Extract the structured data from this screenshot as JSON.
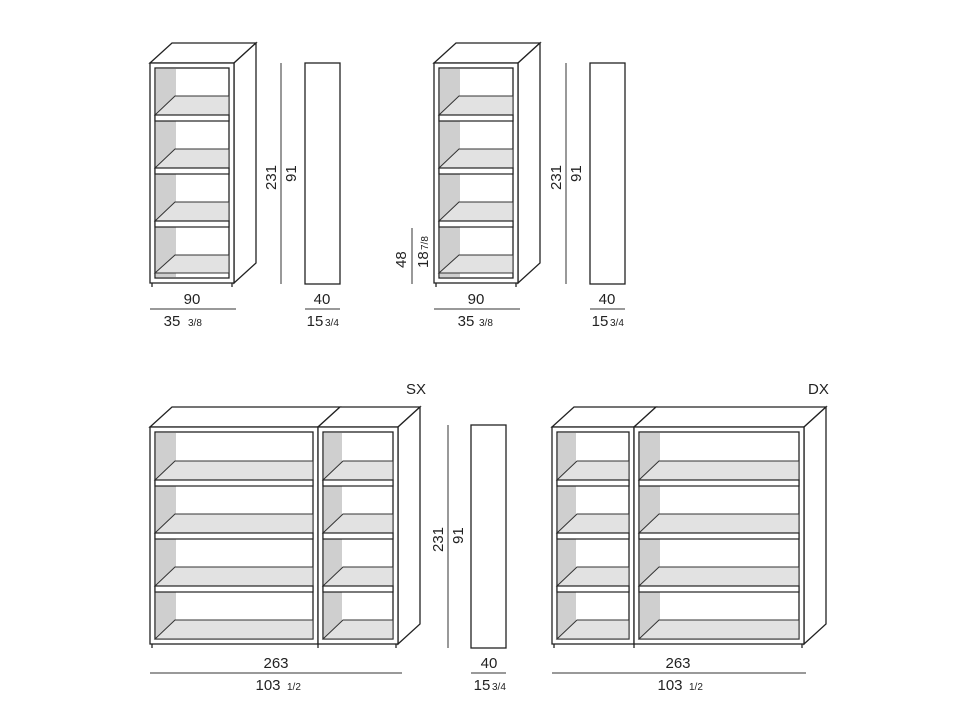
{
  "unit_a": {
    "width_cm": "90",
    "width_in_whole": "35",
    "width_in_frac": "3/8",
    "height_cm": "231",
    "height_in": "91",
    "depth_cm": "40",
    "depth_in_whole": "15",
    "depth_in_frac": "3/4"
  },
  "unit_b": {
    "width_cm": "90",
    "width_in_whole": "35",
    "width_in_frac": "3/8",
    "height_cm": "231",
    "height_in": "91",
    "plinth_cm": "48",
    "plinth_in_whole": "18",
    "plinth_in_frac": "7/8",
    "depth_cm": "40",
    "depth_in_whole": "15",
    "depth_in_frac": "3/4"
  },
  "unit_sx": {
    "label": "SX",
    "width_cm": "263",
    "width_in_whole": "103",
    "width_in_frac": "1/2",
    "height_cm": "231",
    "height_in": "91",
    "depth_cm": "40",
    "depth_in_whole": "15",
    "depth_in_frac": "3/4"
  },
  "unit_dx": {
    "label": "DX",
    "width_cm": "263",
    "width_in_whole": "103",
    "width_in_frac": "1/2"
  }
}
